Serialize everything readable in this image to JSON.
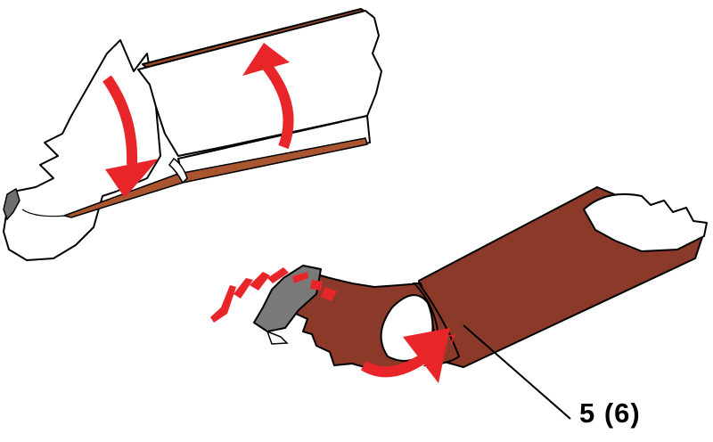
{
  "callout": {
    "label": "5 (6)"
  },
  "colors": {
    "fabric": "#8B3A2A",
    "fabric_light": "#B8693F",
    "arrow": "#E8262A",
    "outline": "#000000",
    "fur": "#ffffff",
    "nail": "#7a7a7a"
  },
  "figures": [
    {
      "name": "sleeve-being-rolled-up",
      "arrows": [
        "fold-down-arrow",
        "fold-up-arrow"
      ]
    },
    {
      "name": "sleeve-pulled-over-paw",
      "arrows": [
        "twist-arrow",
        "motion-lines"
      ]
    }
  ]
}
